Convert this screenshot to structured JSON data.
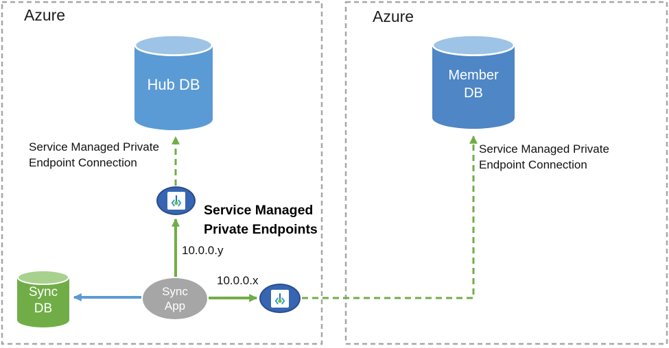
{
  "regions": {
    "left": {
      "label": "Azure"
    },
    "right": {
      "label": "Azure"
    }
  },
  "nodes": {
    "hub_db": {
      "line1": "Hub DB",
      "type": "database",
      "body_color": "#5B9BD5",
      "lid_color": "#9DC3E6"
    },
    "member_db": {
      "line1": "Member",
      "line2": "DB",
      "type": "database",
      "body_color": "#4E86C6",
      "lid_color": "#9DC3E6"
    },
    "sync_db": {
      "line1": "Sync",
      "line2": "DB",
      "type": "database",
      "body_color": "#70AD47",
      "lid_color": "#A9D18E"
    },
    "sync_app": {
      "line1": "Sync",
      "line2": "App",
      "type": "process",
      "color": "#A6A6A6"
    },
    "endpoint_y": {
      "icon": "private-endpoint-icon"
    },
    "endpoint_x": {
      "icon": "private-endpoint-icon"
    }
  },
  "labels": {
    "hub_connection": {
      "line1": "Service Managed Private",
      "line2": "Endpoint Connection"
    },
    "member_connection": {
      "line1": "Service Managed Private",
      "line2": "Endpoint Connection"
    },
    "private_endpoints_title": {
      "line1": "Service Managed",
      "line2": "Private Endpoints"
    },
    "ip_y": "10.0.0.y",
    "ip_x": "10.0.0.x"
  },
  "colors": {
    "green_arrow": "#70AD47",
    "blue_arrow": "#5B9BD5",
    "endpoint_fill": "#3765B1",
    "endpoint_stroke": "#2B4C8C",
    "box_border": "#A6A6A6",
    "ep_glyph_chevron": "#35A0DB",
    "ep_glyph_pin": "#1F6FC0",
    "ep_glyph_dot": "#77BC41"
  }
}
